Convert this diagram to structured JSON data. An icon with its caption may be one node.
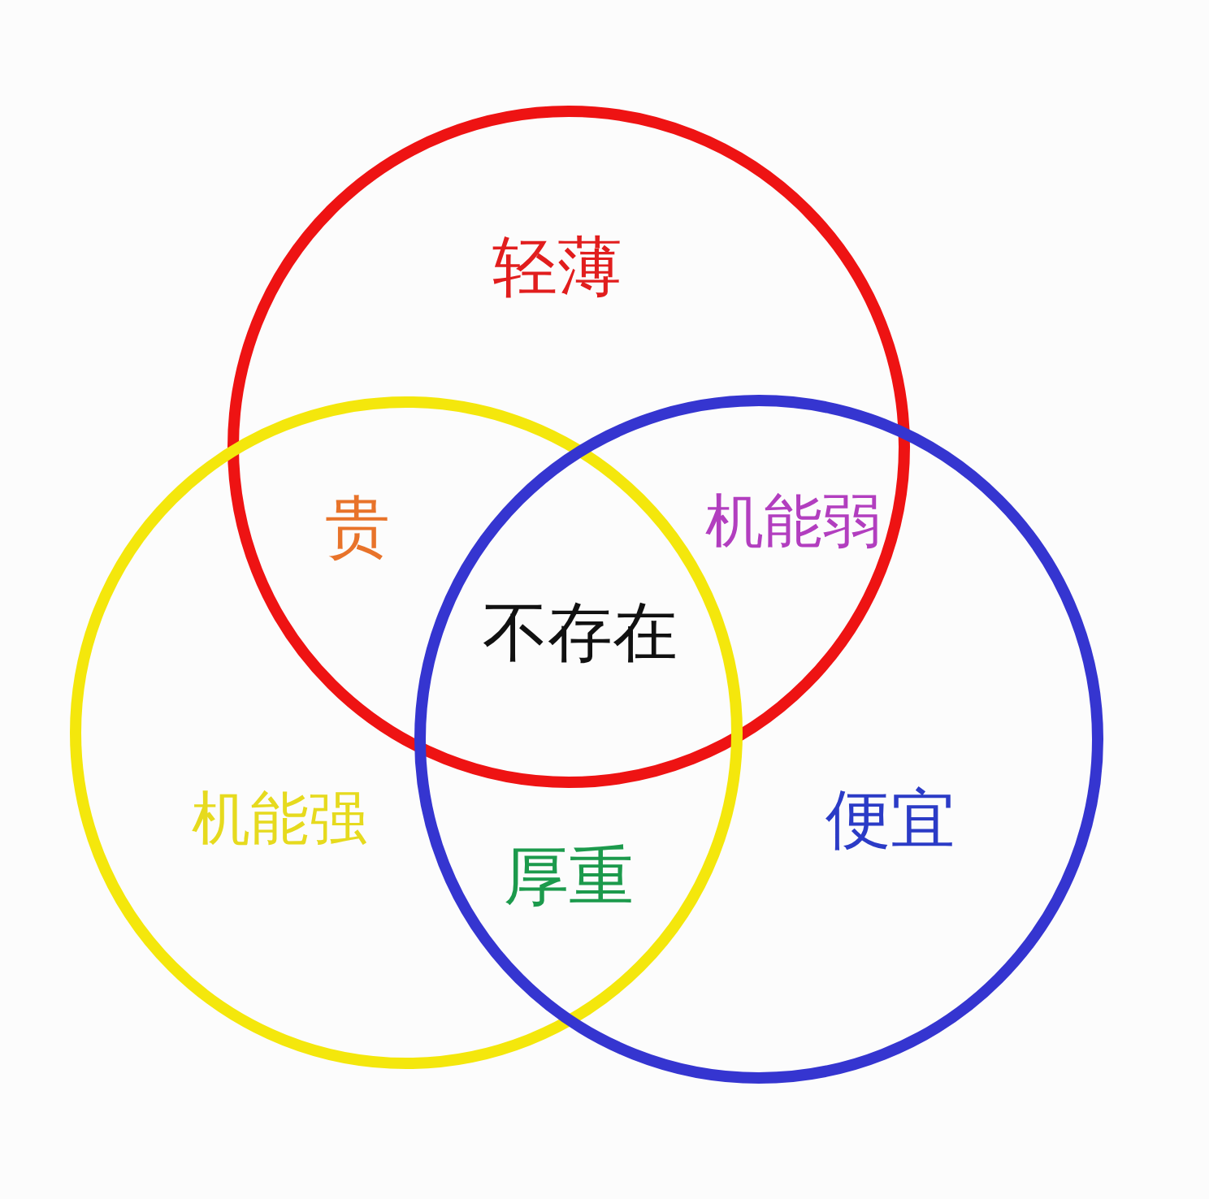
{
  "diagram": {
    "nodes": [
      {
        "text": [
          "轻薄"
        ]
      },
      {
        "text": [
          "机能强"
        ]
      },
      {
        "text": [
          "便宜"
        ]
      }
    ],
    "labels": [
      "贵",
      "机能弱",
      "不存在",
      "厚重"
    ]
  }
}
